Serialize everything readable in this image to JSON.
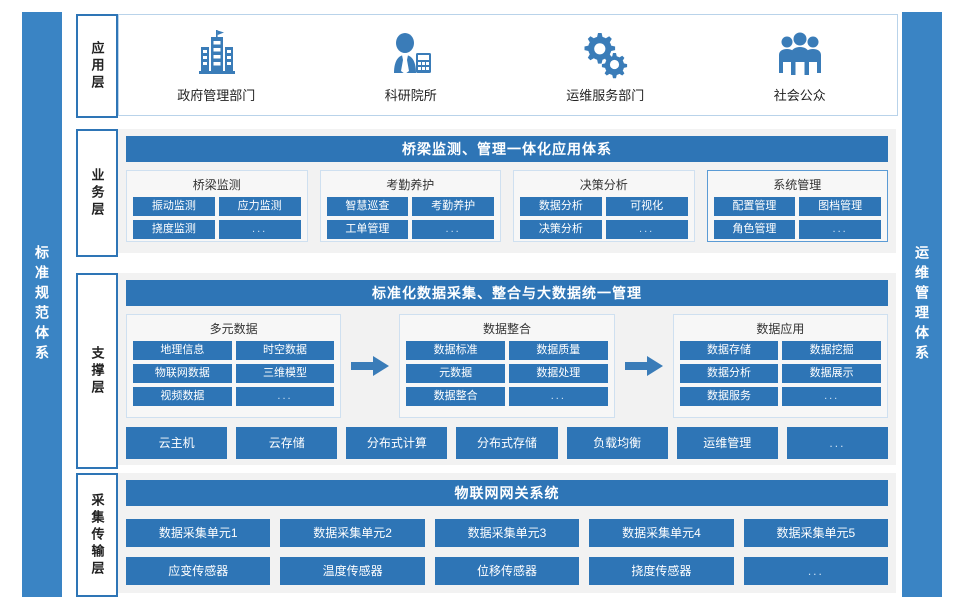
{
  "pillars": {
    "left": "标准规范体系",
    "right": "运维管理体系"
  },
  "layers": [
    {
      "label": "应用层"
    },
    {
      "label": "业务层"
    },
    {
      "label": "支撑层"
    },
    {
      "label": "采集传输层"
    }
  ],
  "application_layer": {
    "items": [
      {
        "icon": "government-building-icon",
        "label": "政府管理部门"
      },
      {
        "icon": "researcher-person-icon",
        "label": "科研院所"
      },
      {
        "icon": "gears-icon",
        "label": "运维服务部门"
      },
      {
        "icon": "people-group-icon",
        "label": "社会公众"
      }
    ]
  },
  "business_layer": {
    "banner": "桥梁监测、管理一体化应用体系",
    "groups": [
      {
        "title": "桥梁监测",
        "items": [
          "振动监测",
          "应力监测",
          "挠度监测",
          "..."
        ]
      },
      {
        "title": "考勤养护",
        "items": [
          "智慧巡查",
          "考勤养护",
          "工单管理",
          "..."
        ]
      },
      {
        "title": "决策分析",
        "items": [
          "数据分析",
          "可视化",
          "决策分析",
          "..."
        ]
      },
      {
        "title": "系统管理",
        "items": [
          "配置管理",
          "图档管理",
          "角色管理",
          "..."
        ]
      }
    ]
  },
  "support_layer": {
    "banner": "标准化数据采集、整合与大数据统一管理",
    "columns": [
      {
        "title": "多元数据",
        "items": [
          "地理信息",
          "时空数据",
          "物联网数据",
          "三维模型",
          "视频数据",
          "..."
        ]
      },
      {
        "title": "数据整合",
        "items": [
          "数据标准",
          "数据质量",
          "元数据",
          "数据处理",
          "数据整合",
          "..."
        ]
      },
      {
        "title": "数据应用",
        "items": [
          "数据存储",
          "数据挖掘",
          "数据分析",
          "数据展示",
          "数据服务",
          "..."
        ]
      }
    ],
    "arrows": [
      "right-arrow-icon",
      "right-arrow-icon"
    ],
    "infrastructure": [
      "云主机",
      "云存储",
      "分布式计算",
      "分布式存储",
      "负载均衡",
      "运维管理",
      "..."
    ]
  },
  "collection_layer": {
    "banner": "物联网网关系统",
    "units": [
      "数据采集单元1",
      "数据采集单元2",
      "数据采集单元3",
      "数据采集单元4",
      "数据采集单元5"
    ],
    "sensors": [
      "应变传感器",
      "温度传感器",
      "位移传感器",
      "挠度传感器",
      "..."
    ]
  },
  "colors": {
    "primary_blue": "#2e75b6",
    "pillar_blue": "#3a84c4",
    "panel_grey": "#f2f2f2",
    "card_grey": "#f7f7f7",
    "card_border": "#cfe0f0"
  }
}
